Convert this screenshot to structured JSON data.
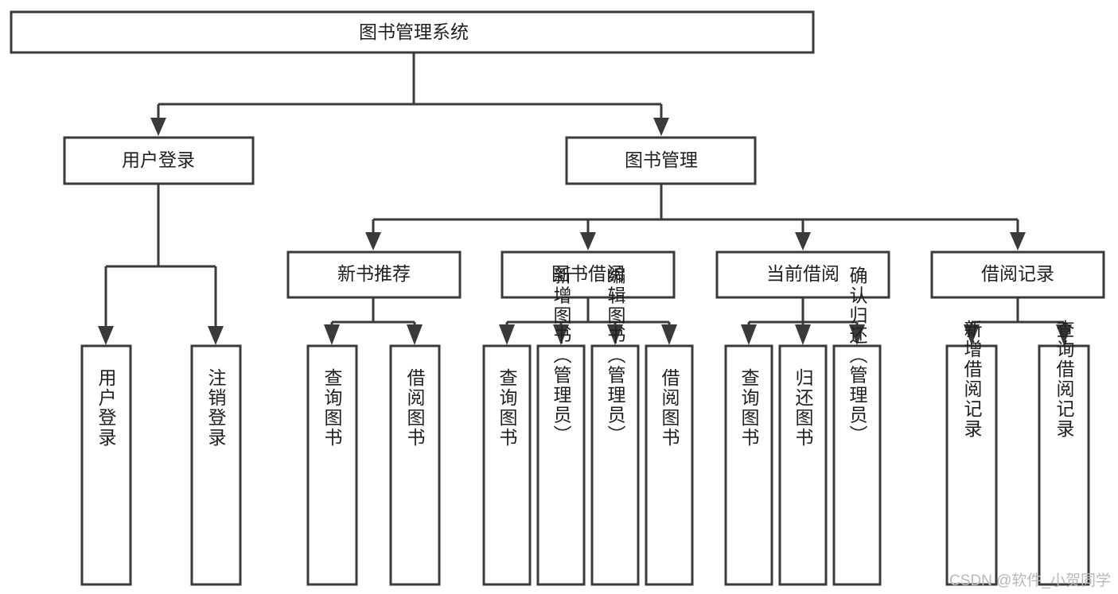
{
  "diagram": {
    "type": "tree",
    "title": "图书管理系统",
    "root": {
      "id": "root",
      "label": "图书管理系统"
    },
    "level1": [
      {
        "id": "user-login",
        "label": "用户登录"
      },
      {
        "id": "book-manage",
        "label": "图书管理"
      }
    ],
    "level2": [
      {
        "id": "new-book-recommend",
        "label": "新书推荐",
        "parent": "book-manage"
      },
      {
        "id": "book-borrow",
        "label": "图书借阅",
        "parent": "book-manage"
      },
      {
        "id": "current-borrow",
        "label": "当前借阅",
        "parent": "book-manage"
      },
      {
        "id": "borrow-record",
        "label": "借阅记录",
        "parent": "book-manage"
      }
    ],
    "leaves": {
      "user-login": [
        {
          "id": "leaf-user-login",
          "label": "用户登录"
        },
        {
          "id": "leaf-logout-login",
          "label": "注销登录"
        }
      ],
      "new-book-recommend": [
        {
          "id": "leaf-query-book-1",
          "label": "查询图书"
        },
        {
          "id": "leaf-borrow-book-1",
          "label": "借阅图书"
        }
      ],
      "book-borrow": [
        {
          "id": "leaf-query-book-2",
          "label": "查询图书"
        },
        {
          "id": "leaf-add-book",
          "label": "新增图书（管理员）"
        },
        {
          "id": "leaf-edit-book",
          "label": "编辑图书（管理员）"
        },
        {
          "id": "leaf-borrow-book-2",
          "label": "借阅图书"
        }
      ],
      "current-borrow": [
        {
          "id": "leaf-query-book-3",
          "label": "查询图书"
        },
        {
          "id": "leaf-return-book",
          "label": "归还图书"
        },
        {
          "id": "leaf-confirm-return",
          "label": "确认归还（管理员）"
        }
      ],
      "borrow-record": [
        {
          "id": "leaf-add-record",
          "label": "新增借阅记录"
        },
        {
          "id": "leaf-query-record",
          "label": "查询借阅记录"
        }
      ]
    }
  },
  "watermark": {
    "label": "CSDN @软件_小贺同学"
  },
  "colors": {
    "box_stroke": "#3a3a3a",
    "box_fill": "#ffffff",
    "text": "#1f1f1f",
    "connector": "#3a3a3a",
    "watermark": "#b9b9b9",
    "background": "#ffffff"
  }
}
